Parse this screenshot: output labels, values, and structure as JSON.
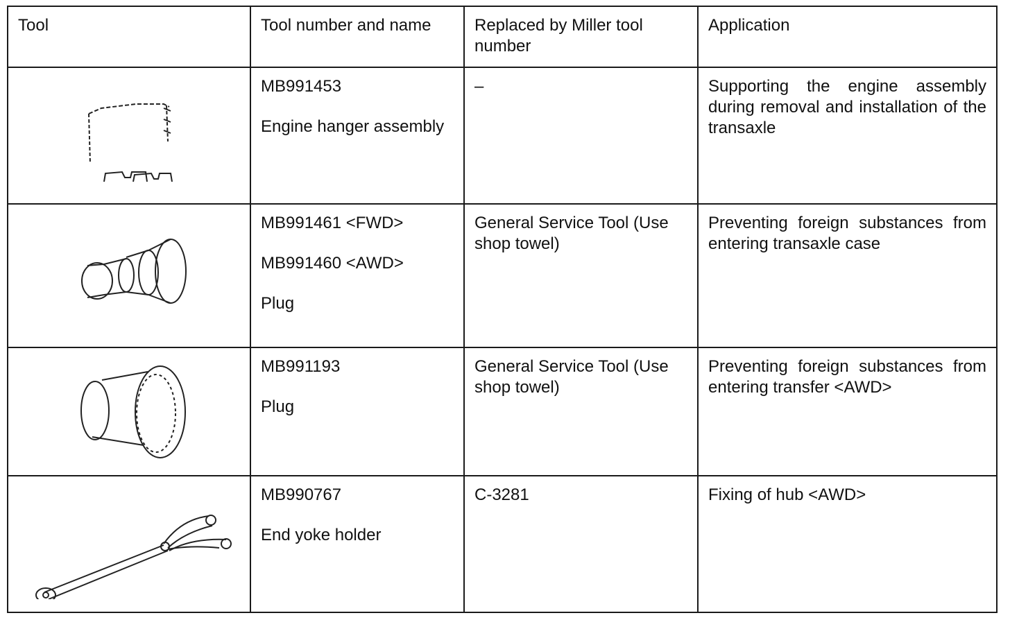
{
  "table": {
    "headers": {
      "tool": "Tool",
      "number_name": "Tool number and name",
      "miller": "Replaced by Miller tool number",
      "application": "Application"
    },
    "rows": [
      {
        "icon": "engine-hanger-icon",
        "numbers": [
          "MB991453",
          "Engine hanger assembly"
        ],
        "miller": "–",
        "application": "Supporting the engine assembly during removal and installation of the transaxle"
      },
      {
        "icon": "plug-stepped-icon",
        "numbers": [
          "MB991461 <FWD>",
          "MB991460 <AWD>",
          "Plug"
        ],
        "miller": "General Service Tool (Use shop towel)",
        "application": "Preventing foreign substances from entering transaxle case"
      },
      {
        "icon": "plug-cap-icon",
        "numbers": [
          "MB991193",
          "Plug"
        ],
        "miller": "General Service Tool (Use shop towel)",
        "application": "Preventing foreign substances from entering transfer <AWD>"
      },
      {
        "icon": "end-yoke-holder-icon",
        "numbers": [
          "MB990767",
          "End yoke holder"
        ],
        "miller": "C-3281",
        "application": "Fixing of hub <AWD>"
      }
    ]
  }
}
